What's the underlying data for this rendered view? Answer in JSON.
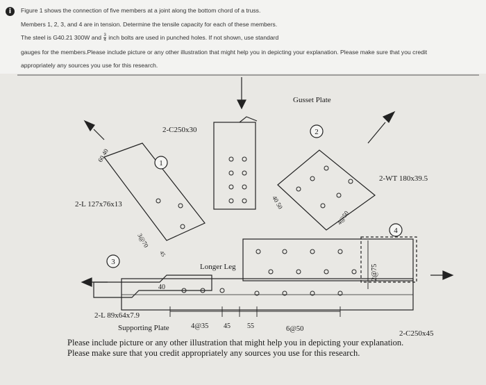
{
  "question": {
    "line1": "Figure 1 shows the connection of five members at a joint along the bottom chord of a truss.",
    "line2": "Members 1, 2, 3, and 4 are in tension. Determine the tensile capacity for each of these members.",
    "line3_pre": "The steel is G40.21 300W and",
    "line3_frac_num": "3",
    "line3_frac_den": "4",
    "line3_post": "inch bolts are used in punched holes. If not shown, use standard",
    "line4": "gauges for the members.Please include picture or any other illustration that might help you in depicting your explanation. Please make sure that you credit",
    "line5": "appropriately any sources you use for this research."
  },
  "figure": {
    "gusset_plate": "Gusset Plate",
    "member_2c250x30": "2-C250x30",
    "member_2l127": "2-L 127x76x13",
    "member_2wt": "2-WT 180x39.5",
    "longer_leg": "Longer Leg",
    "member_2l89": "2-L 89x64x7.9",
    "supporting_plate": "Supporting Plate",
    "member_2c250x45": "2-C250x45",
    "dim_4at35": "4@35",
    "dim_45": "45",
    "dim_55": "55",
    "dim_6at50": "6@50",
    "dim_2at75": "2@75",
    "dim_40": "40",
    "dim_3at70": "3@70",
    "dim_45s": "45",
    "dim_40_50": "40  50",
    "dim_4at50": "4@50",
    "dim_60_40": "60  40",
    "circle_1": "1",
    "circle_2": "2",
    "circle_3": "3",
    "circle_4": "4"
  },
  "caption": {
    "line1": "Please include picture or any other illustration that might help you in depicting your explanation.",
    "line2": "Please make sure that you credit appropriately any sources you use for this research."
  }
}
